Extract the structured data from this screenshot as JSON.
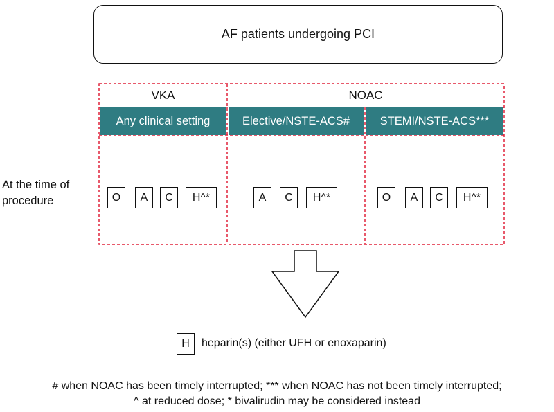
{
  "header": {
    "title": "AF patients undergoing PCI"
  },
  "columns": {
    "vka": "VKA",
    "noac": "NOAC"
  },
  "settings": [
    {
      "label": "Any clinical setting",
      "codes": [
        "O",
        "A",
        "C",
        "H^*"
      ]
    },
    {
      "label": "Elective/NSTE-ACS#",
      "codes": [
        "A",
        "C",
        "H^*"
      ]
    },
    {
      "label": "STEMI/NSTE-ACS***",
      "codes": [
        "O",
        "A",
        "C",
        "H^*"
      ]
    }
  ],
  "row_label": {
    "line1": "At the time of",
    "line2": "procedure"
  },
  "legend": {
    "code": "H",
    "text": "heparin(s) (either UFH or enoxaparin)"
  },
  "footnotes": {
    "line1": "# when NOAC has been timely interrupted; *** when NOAC has not been timely interrupted;",
    "line2": "^ at reduced dose; * bivalirudin may be considered instead"
  },
  "colors": {
    "teal": "#2f7c82",
    "dashed_red": "#e0223a",
    "border": "#111111"
  }
}
